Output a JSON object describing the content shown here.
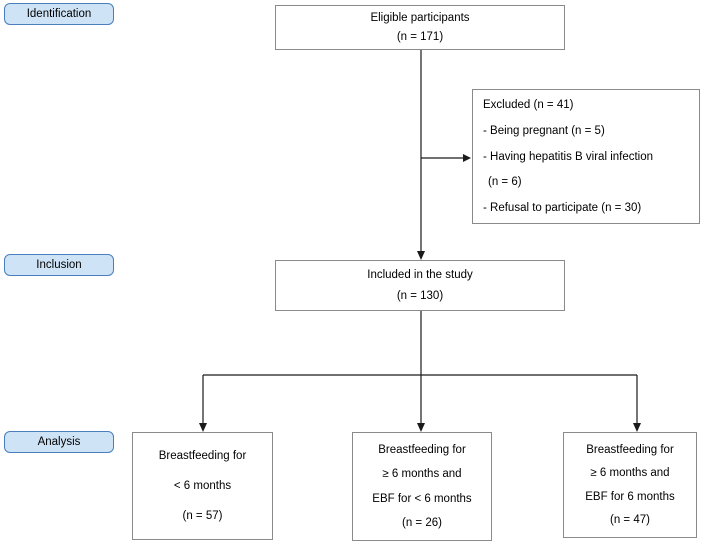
{
  "diagram": {
    "stages": [
      {
        "id": "identification",
        "label": "Identification"
      },
      {
        "id": "inclusion",
        "label": "Inclusion"
      },
      {
        "id": "analysis",
        "label": "Analysis"
      }
    ],
    "boxes": {
      "eligible": {
        "lines": [
          "Eligible participants",
          "(n = 171)"
        ]
      },
      "excluded": {
        "lines": [
          "Excluded (n = 41)",
          "- Being pregnant (n = 5)",
          "- Having hepatitis B viral infection",
          "(n = 6)",
          "- Refusal to participate (n = 30)"
        ]
      },
      "included": {
        "lines": [
          "Included in the study",
          "(n = 130)"
        ]
      },
      "analysis_left": {
        "lines": [
          "Breastfeeding for",
          "< 6 months",
          "(n = 57)"
        ]
      },
      "analysis_middle": {
        "lines": [
          "Breastfeeding for",
          "≥ 6 months and",
          "EBF for < 6 months",
          "(n = 26)"
        ]
      },
      "analysis_right": {
        "lines": [
          "Breastfeeding for",
          "≥ 6 months and",
          "EBF for 6 months",
          "(n = 47)"
        ]
      }
    },
    "colors": {
      "stage_label_fill": "#cfe3f6",
      "stage_label_border": "#4a7ebc",
      "box_border": "#8a8a8a",
      "arrow": "#1a1a1a"
    }
  }
}
